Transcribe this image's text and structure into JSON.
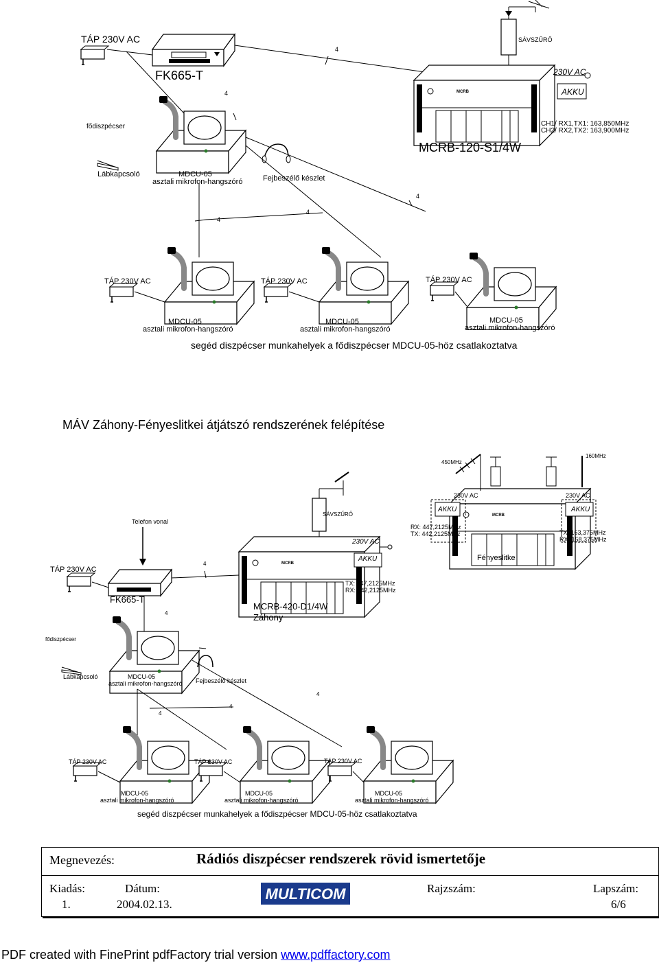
{
  "top_system": {
    "tap_label": "TÁP 230V AC",
    "fk_label": "FK665-T",
    "line4": "4",
    "main_dispatcher_label": "fődiszpécser",
    "pedal_label": "Lábkapcsoló",
    "mdcu_name": "MDCU-05",
    "mdcu_desc": "asztali mikrofon-hangszóró",
    "headset_label": "Fejbeszélő készlet",
    "rack_label": "MCRB-120-S1/4W",
    "rack_ac": "230V AC",
    "rack_akku": "AKKU",
    "ch1": "CH1/ RX1,TX1: 163,850MHz",
    "ch2": "CH2/ RX2,TX2: 163,900MHz",
    "filter_label": "SÁVSZŰRŐ",
    "aux_tap": "TÁP 230V AC",
    "aux_mdcu_name": "MDCU-05",
    "aux_mdcu_desc": "asztali mikrofon-hangszóró",
    "aux_caption": "segéd diszpécser munkahelyek a fődiszpécser MDCU-05-höz csatlakoztatva"
  },
  "section_title": "MÁV Záhony-Fényeslitkei átjátszó rendszerének felépítése",
  "bottom_system": {
    "ant_450": "450MHz",
    "ant_160": "160MHz",
    "litke_ac_left": "230V AC",
    "litke_ac_right": "230V AC",
    "litke_akku_left": "AKKU",
    "litke_akku_right": "AKKU",
    "litke_rx": "RX: 447,2125MHz",
    "litke_tx": "TX: 442,2125MHz",
    "litke_tx2": "TX: 163,375MHz",
    "litke_rx2": "RX: 158,375MHz",
    "litke_label": "Fényeslitke",
    "phone_label": "Telefon vonal",
    "filter_label": "SÁVSZŰRŐ",
    "rack_ac": "230V AC",
    "rack_akku": "AKKU",
    "zahony_tx": "TX: 447,2125MHz",
    "zahony_rx": "RX: 442,2125MHz",
    "rack_label": "MCRB-420-D1/4W",
    "rack_place": "Záhony",
    "tap_label": "TÁP 230V AC",
    "fk_label": "FK665-T",
    "line4": "4",
    "main_dispatcher_label": "fődiszpécser",
    "pedal_label": "Lábkapcsoló",
    "mdcu_name": "MDCU-05",
    "mdcu_desc": "asztali mikrofon-hangszóró",
    "headset_label": "Fejbeszélő készlet",
    "aux_tap": "TÁP 230V AC",
    "aux_mdcu_name": "MDCU-05",
    "aux_mdcu_desc": "asztali mikrofon-hangszóró",
    "aux_caption": "segéd diszpécser munkahelyek a fődiszpécser MDCU-05-höz csatlakoztatva"
  },
  "title_block": {
    "megnevezes_label": "Megnevezés:",
    "megnevezes_value": "Rádiós diszpécser rendszerek rövid ismertetője",
    "kiadas_label": "Kiadás:",
    "kiadas_value": "1.",
    "datum_label": "Dátum:",
    "datum_value": "2004.02.13.",
    "logo_text": "MULTICOM",
    "rajzszam_label": "Rajzszám:",
    "lapszam_label": "Lapszám:",
    "lapszam_value": "6/6"
  },
  "footer": {
    "text": "PDF created with FinePrint pdfFactory trial version ",
    "link": "www.pdffactory.com"
  }
}
